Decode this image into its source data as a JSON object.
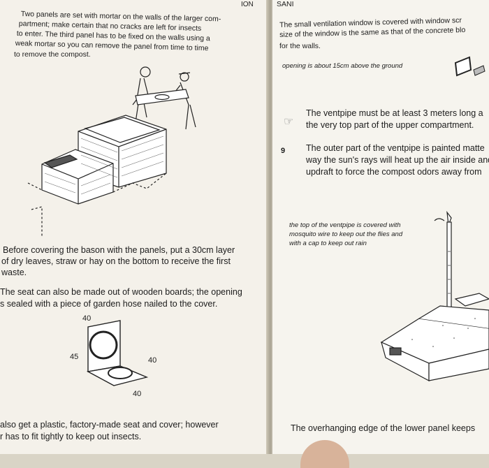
{
  "left_page": {
    "header_fragment": "ION",
    "intro_lines": [
      "Two panels are set with mortar on the walls of the larger com-",
      "partment; make certain that no cracks are left for insects",
      "to enter. The third panel has to be fixed on the walls using a",
      "weak mortar so you can remove the panel from time to time",
      "to remove the compost."
    ],
    "bason_lines": [
      "Before covering the bason with the panels, put a 30cm layer",
      "of dry leaves, straw or hay on the bottom to receive the first",
      "waste."
    ],
    "seat_lines": [
      "The seat can also be made out of wooden boards; the opening",
      "s sealed with a piece of garden hose nailed to the cover."
    ],
    "dimensions": {
      "top": "40",
      "left": "45",
      "right": "40",
      "bottom": "40"
    },
    "plastic_lines": [
      "also get a plastic, factory-made seat and cover; however",
      "r has to fit tightly to keep out insects."
    ]
  },
  "right_page": {
    "header_fragment": "SANI",
    "window_lines": [
      "The small ventilation window is covered with window scr",
      "size of the window is the same as that of the concrete blo",
      "for the walls."
    ],
    "opening_note": "opening is about 15cm above the ground",
    "ventpipe_lines": [
      "The ventpipe must be at least 3 meters long a",
      "the very top part of the upper compartment."
    ],
    "step_number": "9",
    "painted_lines": [
      "The outer part of the ventpipe is painted matte",
      "way the sun's rays will heat up the air inside and",
      "updraft to force the compost odors away from"
    ],
    "cap_note_lines": [
      "the top of the ventpipe is covered with",
      "mosquito wire to keep out the flies and",
      "with a cap to keep out rain"
    ],
    "overhang_line": "The overhanging edge of the lower panel keeps"
  }
}
